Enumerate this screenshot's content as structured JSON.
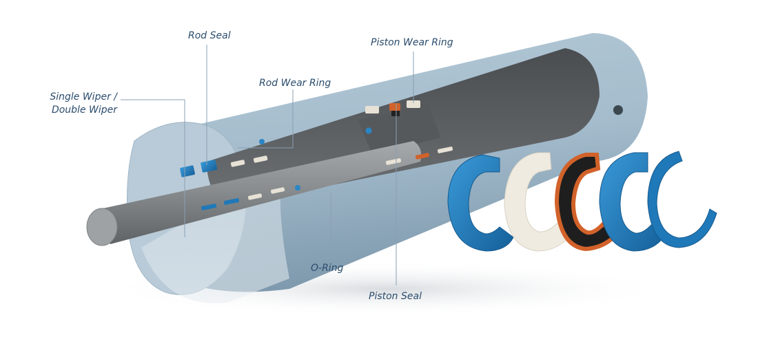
{
  "labels": {
    "rod_seal": "Rod Seal",
    "piston_wear_ring": "Piston Wear Ring",
    "rod_wear_ring": "Rod Wear Ring",
    "single_wiper_line1": "Single Wiper /",
    "single_wiper_line2": "Double Wiper",
    "o_ring": "O-Ring",
    "piston_seal": "Piston Seal"
  },
  "colors": {
    "leader_line": "#8a9fb3",
    "label_text": "#2a4c6c",
    "seal_blue": "#1f78b8",
    "wear_ring_white": "#ece8dc",
    "piston_seal_orange": "#d2622a",
    "piston_seal_black": "#1e1e1e",
    "cylinder_gray": "#9fb6c6",
    "rod_gray": "#8c9092"
  }
}
